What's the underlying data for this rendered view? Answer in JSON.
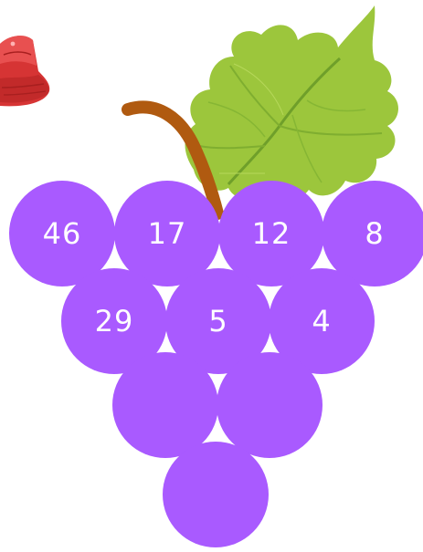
{
  "colors": {
    "grape": "#a95aff",
    "stem": "#b05a10",
    "leaf_light": "#a4cf43",
    "leaf_dark": "#6f9f2a",
    "hat": "#e03a3a",
    "number_text": "#ffffff"
  },
  "icons": {
    "hat": "red-bucket-hat-icon",
    "leaf": "grape-leaf-icon",
    "stem": "grape-stem-icon"
  },
  "grapes": {
    "row1": [
      "46",
      "17",
      "12",
      "8"
    ],
    "row2": [
      "29",
      "5",
      "4"
    ],
    "row3": [
      "",
      ""
    ],
    "row4": [
      ""
    ]
  }
}
